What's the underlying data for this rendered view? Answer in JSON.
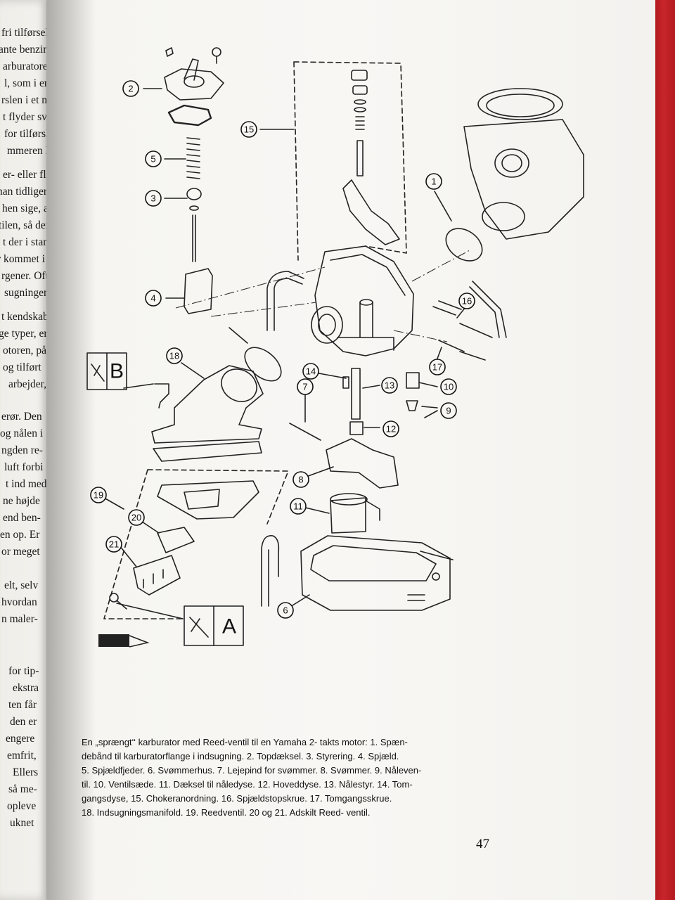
{
  "left_page": {
    "lines": [
      "fri tilførsel fra",
      "ante benzinni-",
      "arburatorer er",
      "l, som i enden",
      "rslen i et nåle-",
      "t flyder svøm-",
      "for tilførslen.",
      "mmeren lidt",
      "",
      "er- eller fla-",
      "nan tidligere",
      "r hen sige, at",
      "tilen, så der",
      "t der i start-",
      "r kommet i",
      "rgener. Ofte",
      "sugningen.",
      "",
      "t kendskab",
      "ge typer, er",
      "otoren, på",
      "og tilført",
      "arbejder,",
      "",
      "erør. Den",
      "og nålen i",
      "ngden re-",
      "luft forbi",
      "t ind med",
      "ne højde",
      "end ben-",
      "en op. Er",
      "or meget",
      "",
      "elt, selv",
      "hvordan",
      "n maler-",
      "",
      "for tip-",
      "ekstra",
      "ten får",
      "den er",
      "engere",
      "emfrit,",
      "Ellers",
      "så me-",
      "opleve",
      "uknet"
    ]
  },
  "diagram": {
    "callouts": [
      "1",
      "2",
      "3",
      "4",
      "5",
      "6",
      "7",
      "8",
      "9",
      "10",
      "11",
      "12",
      "13",
      "14",
      "15",
      "16",
      "17",
      "18",
      "19",
      "20",
      "21"
    ],
    "tool_labels": [
      "B",
      "A"
    ]
  },
  "caption": {
    "lines": [
      "En „sprængt‘‘ karburator med Reed-ventil til en Yamaha 2- takts motor: 1. Spæn-",
      "debånd til karburatorflange i indsugning. 2. Topdæksel. 3. Styrering. 4. Spjæld.",
      "5. Spjældfjeder. 6. Svømmerhus. 7. Lejepind for svømmer. 8. Svømmer. 9. Nåleven-",
      "til. 10. Ventilsæde. 11. Dæksel til nåledyse. 12. Hoveddyse. 13. Nålestyr. 14. Tom-",
      "gangsdyse, 15. Chokeranordning. 16. Spjældstopskrue. 17. Tomgangsskrue.",
      "18. Indsugningsmanifold. 19. Reedventil. 20 og 21. Adskilt Reed- ventil."
    ]
  },
  "page_number": "47"
}
